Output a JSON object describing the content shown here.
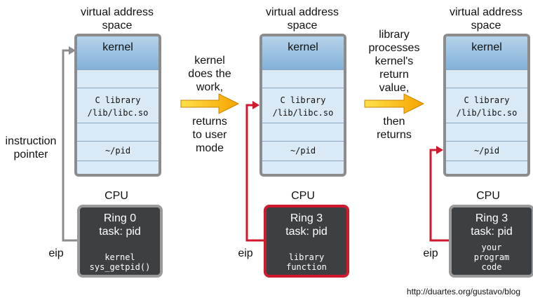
{
  "panels": [
    {
      "title": "virtual address space",
      "segments": {
        "kernel": "kernel",
        "libc": "C library\n/lib/libc.so",
        "program": "~/pid"
      },
      "cpu_label": "CPU",
      "ring": "Ring 0",
      "task": "task: pid",
      "code": "kernel\nsys_getpid()",
      "pointer_label": "eip"
    },
    {
      "title": "virtual address space",
      "segments": {
        "kernel": "kernel",
        "libc": "C library\n/lib/libc.so",
        "program": "~/pid"
      },
      "cpu_label": "CPU",
      "ring": "Ring 3",
      "task": "task: pid",
      "code": "library\nfunction",
      "pointer_label": "eip"
    },
    {
      "title": "virtual address space",
      "segments": {
        "kernel": "kernel",
        "libc": "C library\n/lib/libc.so",
        "program": "~/pid"
      },
      "cpu_label": "CPU",
      "ring": "Ring 3",
      "task": "task: pid",
      "code": "your\nprogram\ncode",
      "pointer_label": "eip"
    }
  ],
  "instruction_pointer_label": "instruction\npointer",
  "transitions": [
    {
      "upper": "kernel\ndoes the\nwork,",
      "lower": "returns\nto user\nmode"
    },
    {
      "upper": "library\nprocesses\nkernel's\nreturn\nvalue,",
      "lower": "then\nreturns"
    }
  ],
  "credit": "http://duartes.org/gustavo/blog",
  "colors": {
    "memory_fill": "#d9eaf6",
    "kernel_fill": "#82b1d9",
    "cpu_fill": "#3d4042",
    "active_border": "#d0192e",
    "pointer_gray": "#8c8c8c",
    "pointer_red": "#d0192e",
    "arrow_orange": "#f5a300"
  }
}
